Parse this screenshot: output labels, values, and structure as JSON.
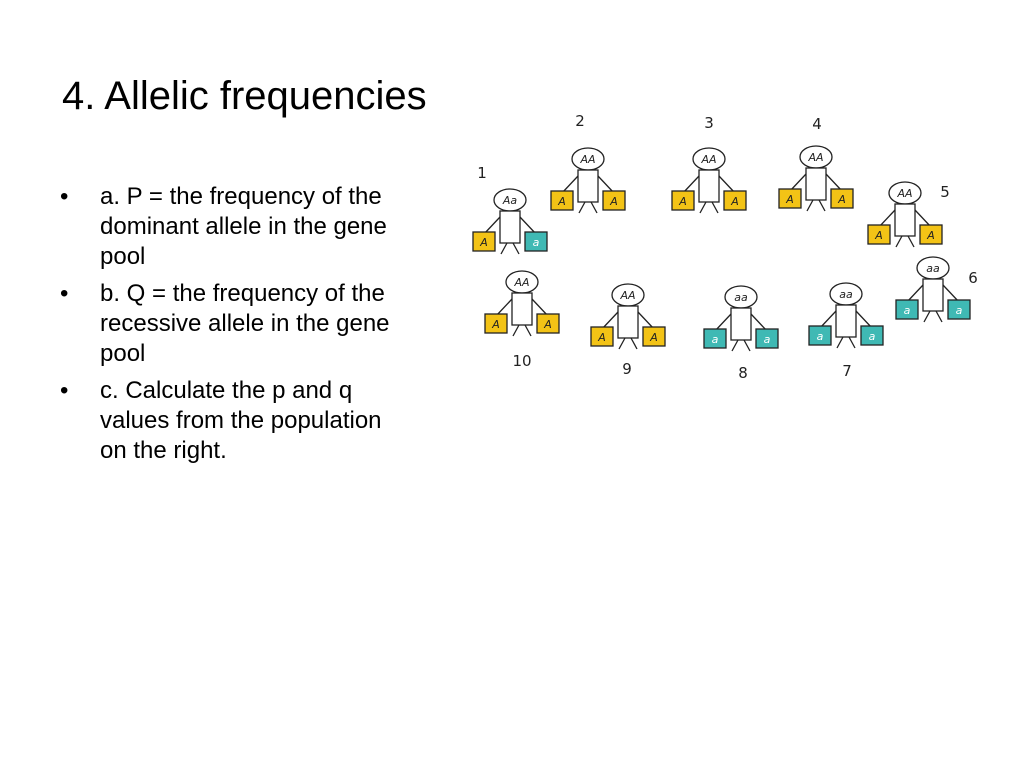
{
  "slide": {
    "title": "4.  Allelic frequencies",
    "bullets": [
      {
        "marker": "•",
        "text": "a.  P = the frequency of the dominant allele in the gene pool"
      },
      {
        "marker": "•",
        "text": "b.  Q = the frequency of the recessive allele in the gene pool"
      },
      {
        "marker": "•",
        "text": "c.  Calculate the p and q values from the population on the right."
      }
    ]
  },
  "population": {
    "colors": {
      "dominant": "#f3c316",
      "recessive": "#3fb9b4",
      "outline": "#222222"
    },
    "individuals": [
      {
        "number": "1",
        "genotype": "Aa",
        "allele_left": "A",
        "allele_right": "a"
      },
      {
        "number": "2",
        "genotype": "AA",
        "allele_left": "A",
        "allele_right": "A"
      },
      {
        "number": "3",
        "genotype": "AA",
        "allele_left": "A",
        "allele_right": "A"
      },
      {
        "number": "4",
        "genotype": "AA",
        "allele_left": "A",
        "allele_right": "A"
      },
      {
        "number": "5",
        "genotype": "AA",
        "allele_left": "A",
        "allele_right": "A"
      },
      {
        "number": "6",
        "genotype": "aa",
        "allele_left": "a",
        "allele_right": "a"
      },
      {
        "number": "7",
        "genotype": "aa",
        "allele_left": "a",
        "allele_right": "a"
      },
      {
        "number": "8",
        "genotype": "aa",
        "allele_left": "a",
        "allele_right": "a"
      },
      {
        "number": "9",
        "genotype": "AA",
        "allele_left": "A",
        "allele_right": "A"
      },
      {
        "number": "10",
        "genotype": "AA",
        "allele_left": "A",
        "allele_right": "A"
      }
    ]
  }
}
